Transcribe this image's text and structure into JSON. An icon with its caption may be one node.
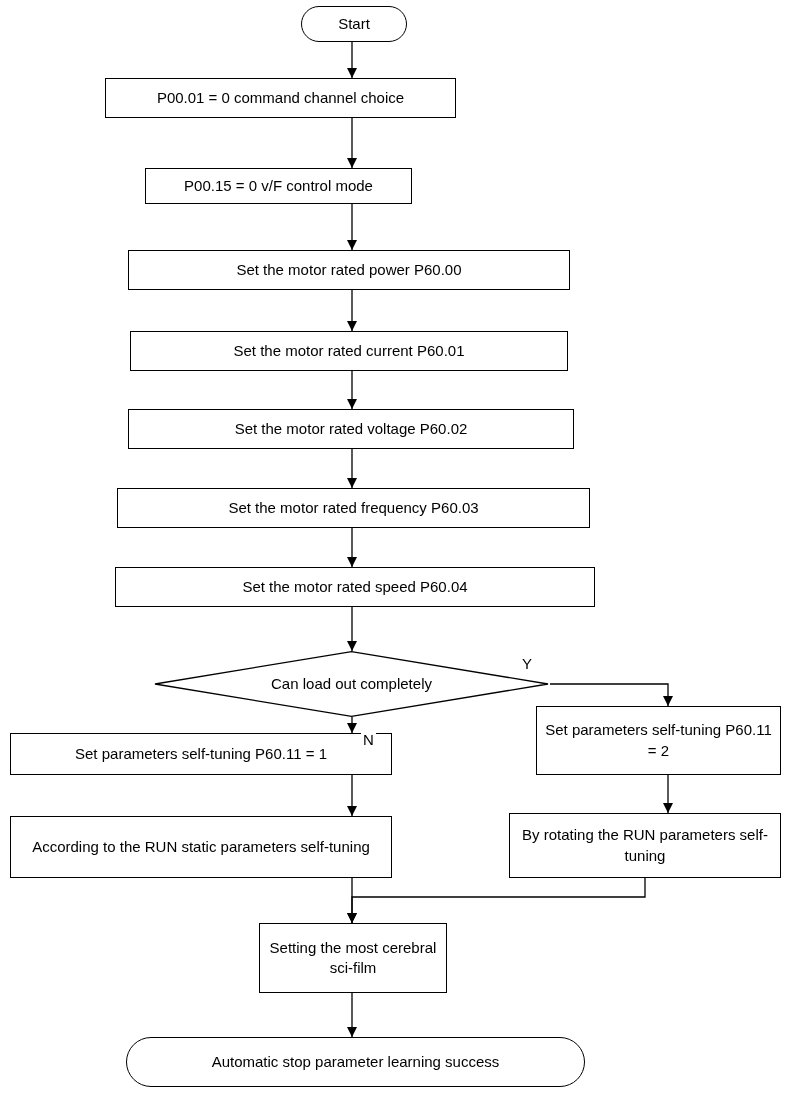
{
  "diagram": {
    "nodes": [
      {
        "text": [
          "Start"
        ]
      },
      {
        "text": [
          "P00.01 = 0 command channel choice"
        ]
      },
      {
        "text": [
          "P00.15 = 0 v/F control mode"
        ]
      },
      {
        "text": [
          "Set the motor rated power P60.00"
        ]
      },
      {
        "text": [
          "Set the motor rated current P60.01"
        ]
      },
      {
        "text": [
          "Set the motor rated voltage P60.02"
        ]
      },
      {
        "text": [
          "Set the motor rated frequency P60.03"
        ]
      },
      {
        "text": [
          "Set the motor rated speed P60.04"
        ]
      },
      {
        "text": [
          "Can load out completely"
        ]
      },
      {
        "text": [
          "Set parameters self-tuning P60.11 = 1"
        ]
      },
      {
        "text": [
          "Set parameters self-tuning P60.11 = 2"
        ]
      },
      {
        "text": [
          "According to the RUN static parameters self-tuning"
        ]
      },
      {
        "text": [
          "By rotating the RUN parameters self-tuning"
        ]
      },
      {
        "text": [
          "Setting the most cerebral sci-film"
        ]
      },
      {
        "text": [
          "Automatic stop parameter learning success"
        ]
      }
    ],
    "edges": [
      {
        "from": 0,
        "to": 1,
        "arrow": "to"
      },
      {
        "from": 1,
        "to": 2,
        "arrow": "to"
      },
      {
        "from": 2,
        "to": 3,
        "arrow": "to"
      },
      {
        "from": 3,
        "to": 4,
        "arrow": "to"
      },
      {
        "from": 4,
        "to": 5,
        "arrow": "to"
      },
      {
        "from": 5,
        "to": 6,
        "arrow": "to"
      },
      {
        "from": 6,
        "to": 7,
        "arrow": "to"
      },
      {
        "from": 7,
        "to": 8,
        "arrow": "to"
      },
      {
        "from": 8,
        "to": 10,
        "arrow": "to",
        "label": "Y"
      },
      {
        "from": 8,
        "to": 9,
        "arrow": "to",
        "label": "N"
      },
      {
        "from": 9,
        "to": 11,
        "arrow": "to"
      },
      {
        "from": 10,
        "to": 12,
        "arrow": "to"
      },
      {
        "from": 11,
        "to": 13,
        "arrow": "to"
      },
      {
        "from": 12,
        "to": 13,
        "arrow": "to"
      },
      {
        "from": 13,
        "to": 14,
        "arrow": "to"
      }
    ]
  }
}
